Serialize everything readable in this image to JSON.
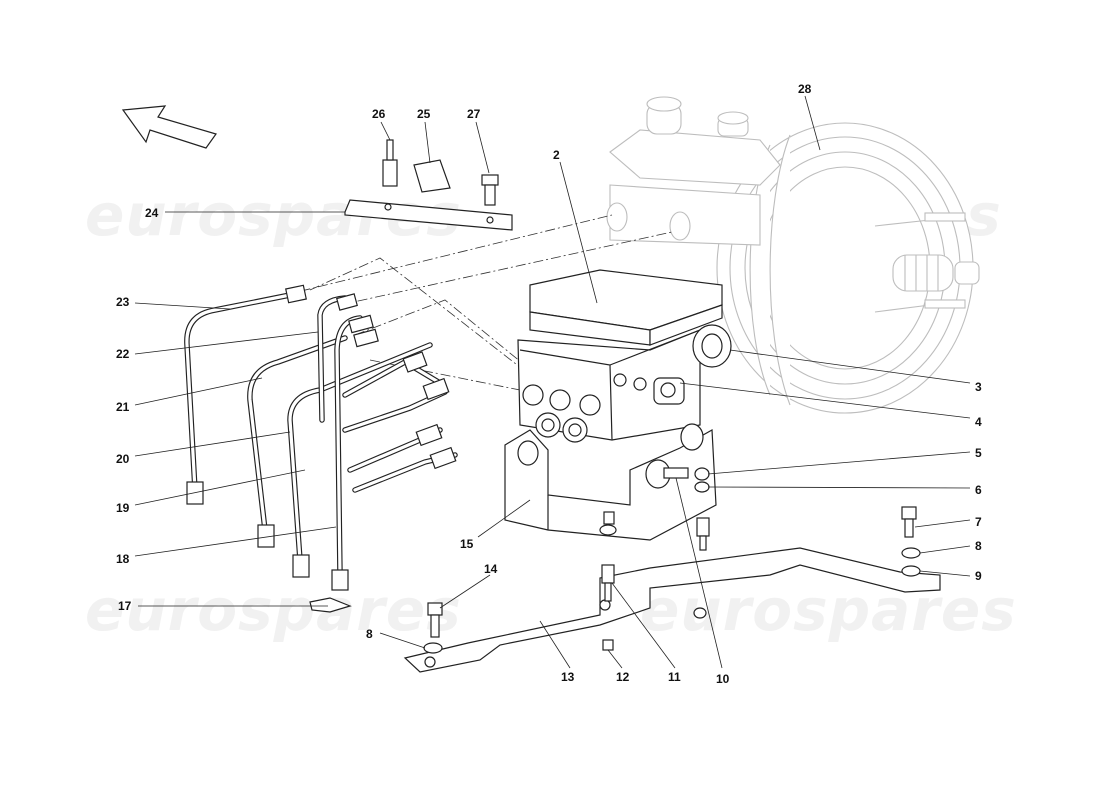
{
  "watermark": {
    "text": "eurospares",
    "color": "#f1f1f1"
  },
  "diagram": {
    "orientation_arrow_icon": "arrow-up-left-icon",
    "callouts": [
      {
        "id": "c2",
        "label": "2"
      },
      {
        "id": "c3",
        "label": "3"
      },
      {
        "id": "c4",
        "label": "4"
      },
      {
        "id": "c5",
        "label": "5"
      },
      {
        "id": "c6",
        "label": "6"
      },
      {
        "id": "c7",
        "label": "7"
      },
      {
        "id": "c8a",
        "label": "8"
      },
      {
        "id": "c8b",
        "label": "8"
      },
      {
        "id": "c9",
        "label": "9"
      },
      {
        "id": "c10",
        "label": "10"
      },
      {
        "id": "c11",
        "label": "11"
      },
      {
        "id": "c12",
        "label": "12"
      },
      {
        "id": "c13",
        "label": "13"
      },
      {
        "id": "c14",
        "label": "14"
      },
      {
        "id": "c15",
        "label": "15"
      },
      {
        "id": "c17",
        "label": "17"
      },
      {
        "id": "c18",
        "label": "18"
      },
      {
        "id": "c19",
        "label": "19"
      },
      {
        "id": "c20",
        "label": "20"
      },
      {
        "id": "c21",
        "label": "21"
      },
      {
        "id": "c22",
        "label": "22"
      },
      {
        "id": "c23",
        "label": "23"
      },
      {
        "id": "c24",
        "label": "24"
      },
      {
        "id": "c25",
        "label": "25"
      },
      {
        "id": "c26",
        "label": "26"
      },
      {
        "id": "c27",
        "label": "27"
      },
      {
        "id": "c28",
        "label": "28"
      }
    ]
  }
}
